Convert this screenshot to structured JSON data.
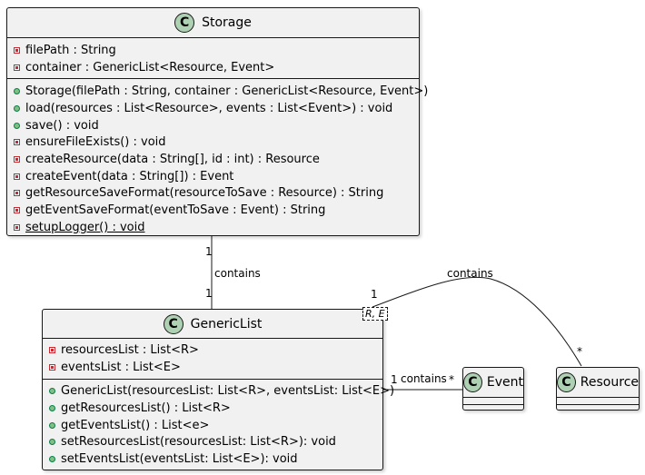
{
  "storage": {
    "name": "Storage",
    "stereotype": "C",
    "fields": [
      {
        "vis": "private",
        "text": "filePath : String"
      },
      {
        "vis": "private",
        "text": "container : GenericList<Resource, Event>"
      }
    ],
    "methods": [
      {
        "vis": "public",
        "text": "Storage(filePath : String, container : GenericList<Resource, Event>)"
      },
      {
        "vis": "public",
        "text": "load(resources : List<Resource>, events : List<Event>) : void"
      },
      {
        "vis": "public",
        "text": "save() : void"
      },
      {
        "vis": "private",
        "text": "ensureFileExists() : void"
      },
      {
        "vis": "private",
        "text": "createResource(data : String[], id : int) : Resource"
      },
      {
        "vis": "private",
        "text": "createEvent(data : String[]) : Event"
      },
      {
        "vis": "private",
        "text": "getResourceSaveFormat(resourceToSave : Resource) : String"
      },
      {
        "vis": "private",
        "text": "getEventSaveFormat(eventToSave : Event) : String"
      },
      {
        "vis": "private",
        "text": "setupLogger() : void",
        "static": true
      }
    ]
  },
  "genericlist": {
    "name": "GenericList",
    "stereotype": "C",
    "type_params": "R, E",
    "fields": [
      {
        "vis": "private",
        "text": "resourcesList : List<R>"
      },
      {
        "vis": "private",
        "text": "eventsList : List<E>"
      }
    ],
    "methods": [
      {
        "vis": "public",
        "text": "GenericList(resourcesList: List<R>, eventsList: List<E>)"
      },
      {
        "vis": "public",
        "text": "getResourcesList() : List<R>"
      },
      {
        "vis": "public",
        "text": "getEventsList() : List<e>"
      },
      {
        "vis": "public",
        "text": "setResourcesList(resourcesList: List<R>): void"
      },
      {
        "vis": "public",
        "text": "setEventsList(eventsList: List<E>): void"
      }
    ]
  },
  "event": {
    "name": "Event",
    "stereotype": "C"
  },
  "resource": {
    "name": "Resource",
    "stereotype": "C"
  },
  "relations": {
    "storage_genericlist": {
      "label": "contains",
      "from_mult": "1",
      "to_mult": "1"
    },
    "genericlist_event": {
      "label": "contains",
      "from_mult": "1",
      "to_mult": "*"
    },
    "genericlist_resource": {
      "label": "contains",
      "from_mult": "1",
      "to_mult": "*"
    }
  },
  "colors": {
    "box_fill": "#f1f1f1",
    "border": "#181818",
    "circle_fill": "#add1b2",
    "private": "#c82930",
    "public": "#84be84"
  }
}
